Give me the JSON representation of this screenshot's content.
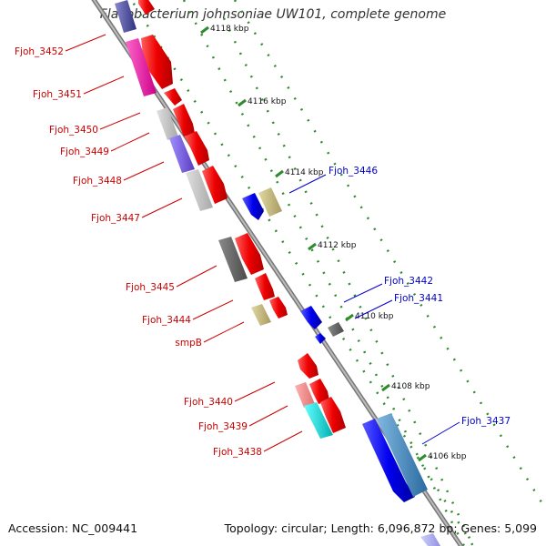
{
  "title": "Flavobacterium johnsoniae UW101, complete genome",
  "footer": {
    "accession": "Accession: NC_009441",
    "topology": "Topology: circular; Length: 6,096,872 bp; Genes: 5,099"
  },
  "ruler_ticks": [
    {
      "label": "4118 kbp"
    },
    {
      "label": "4116 kbp"
    },
    {
      "label": "4114 kbp"
    },
    {
      "label": "4112 kbp"
    },
    {
      "label": "4110 kbp"
    },
    {
      "label": "4108 kbp"
    },
    {
      "label": "4106 kbp"
    }
  ],
  "genes_forward_labels": [
    "Fjoh_3452",
    "Fjoh_3451",
    "Fjoh_3450",
    "Fjoh_3449",
    "Fjoh_3448",
    "Fjoh_3447",
    "Fjoh_3445",
    "Fjoh_3444",
    "smpB",
    "Fjoh_3440",
    "Fjoh_3439",
    "Fjoh_3438"
  ],
  "genes_reverse_labels": [
    "Fjoh_3446",
    "Fjoh_3442",
    "Fjoh_3441",
    "Fjoh_3437"
  ],
  "colors": {
    "forward_label": "#cc0000",
    "reverse_label": "#0000cc",
    "backbone": "#888888",
    "dots": "#2e8b2e",
    "ruler_tick": "#2e8b2e"
  }
}
